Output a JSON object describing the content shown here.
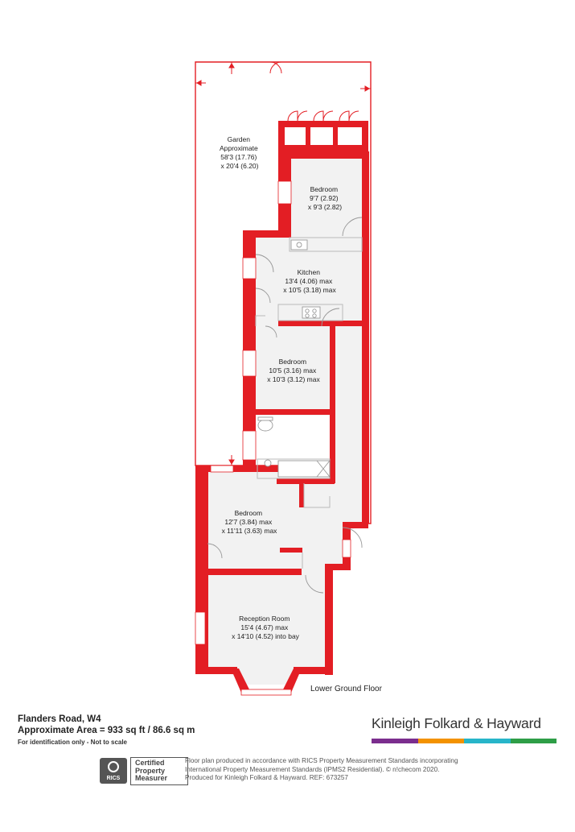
{
  "floor": "Lower Ground Floor",
  "rooms": {
    "garden": [
      "Garden",
      "Approximate",
      "58'3 (17.76)",
      "x 20'4 (6.20)"
    ],
    "bedroom1": [
      "Bedroom",
      "9'7 (2.92)",
      "x 9'3 (2.82)"
    ],
    "kitchen": [
      "Kitchen",
      "13'4 (4.06) max",
      "x 10'5 (3.18) max"
    ],
    "bedroom2": [
      "Bedroom",
      "10'5 (3.16) max",
      "x 10'3 (3.12) max"
    ],
    "bedroom3": [
      "Bedroom",
      "12'7 (3.84) max",
      "x 11'11 (3.63) max"
    ],
    "reception": [
      "Reception Room",
      "15'4 (4.67) max",
      "x 14'10 (4.52) into bay"
    ]
  },
  "footer": {
    "address": "Flanders Road, W4",
    "area": "Approximate Area = 933 sq ft / 86.6 sq m",
    "note": "For identification only - Not to scale",
    "brand": "Kinleigh Folkard & Hayward",
    "rics_seal": "RICS",
    "rics_line1": "Certified",
    "rics_line2": "Property",
    "rics_line3": "Measurer",
    "disclaimer1": "Floor plan produced in accordance with RICS Property Measurement Standards incorporating",
    "disclaimer2": "International Property Measurement Standards (IPMS2 Residential).  © n!checom 2020.",
    "disclaimer3": "Produced for Kinleigh Folkard & Hayward.   REF: 673257"
  },
  "colors": {
    "wall": "#e31e24",
    "floor": "#f2f2f2",
    "brand_bar": [
      "#7b2d8e",
      "#f39200",
      "#27b5c9",
      "#2e9e47"
    ]
  }
}
